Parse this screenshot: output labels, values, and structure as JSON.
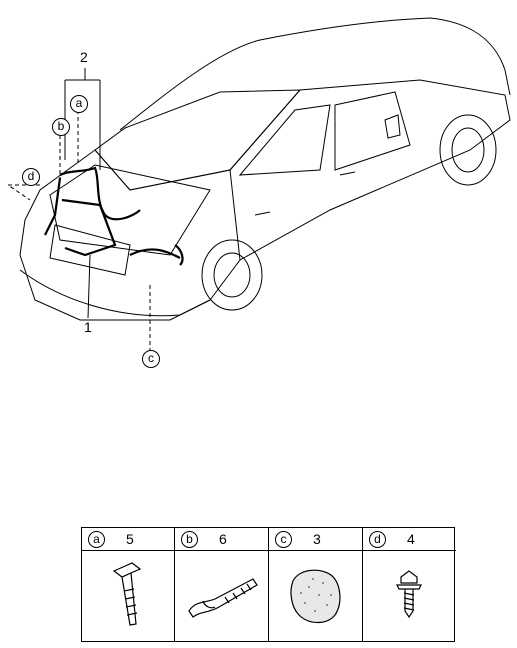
{
  "callouts": {
    "part_1": "1",
    "part_2": "2",
    "marker_a": "a",
    "marker_b": "b",
    "marker_c": "c",
    "marker_d": "d"
  },
  "parts_table": [
    {
      "marker": "a",
      "part_no": "5",
      "icon": "clip-icon"
    },
    {
      "marker": "b",
      "part_no": "6",
      "icon": "protector-icon"
    },
    {
      "marker": "c",
      "part_no": "3",
      "icon": "foam-pad-icon"
    },
    {
      "marker": "d",
      "part_no": "4",
      "icon": "screw-icon"
    }
  ]
}
